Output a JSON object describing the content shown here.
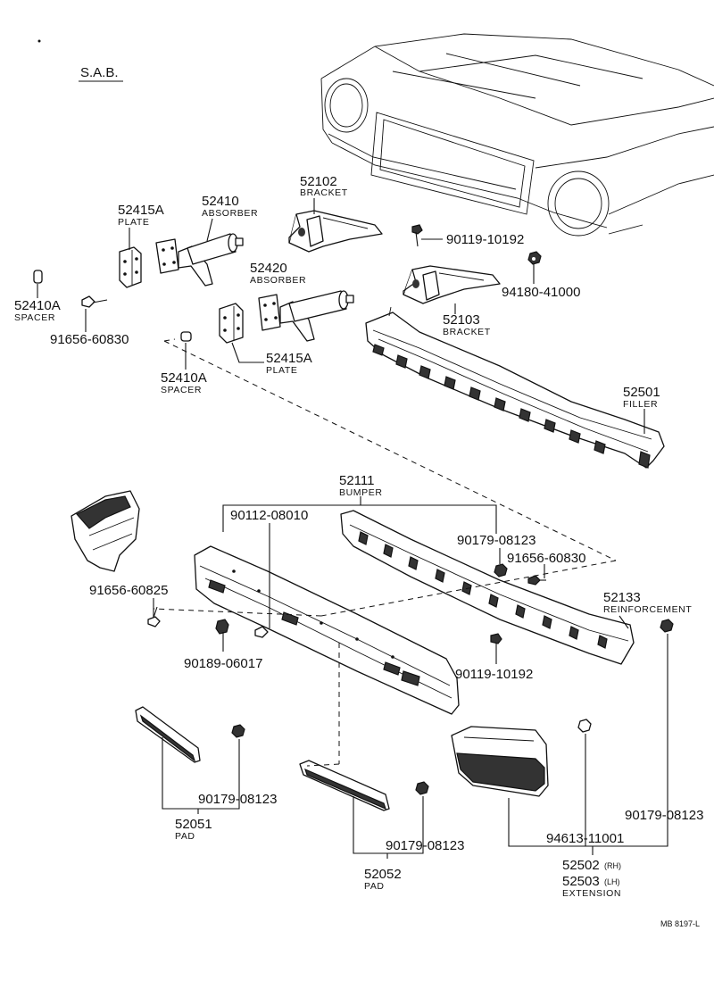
{
  "header": {
    "title": "S.A.B."
  },
  "footer": {
    "code": "MB 8197-L"
  },
  "parts": {
    "p52410a_l": {
      "number": "52410A",
      "name": "SPACER"
    },
    "p91656_60830_l": {
      "number": "91656-60830"
    },
    "p52415a_t": {
      "number": "52415A",
      "name": "PLATE"
    },
    "p52410": {
      "number": "52410",
      "name": "ABSORBER"
    },
    "p52102": {
      "number": "52102",
      "name": "BRACKET"
    },
    "p90119_t": {
      "number": "90119-10192"
    },
    "p94180": {
      "number": "94180-41000"
    },
    "p52420": {
      "number": "52420",
      "name": "ABSORBER"
    },
    "p52103": {
      "number": "52103",
      "name": "BRACKET"
    },
    "p52415a_b": {
      "number": "52415A",
      "name": "PLATE"
    },
    "p52410a_b": {
      "number": "52410A",
      "name": "SPACER"
    },
    "p52501": {
      "number": "52501",
      "name": "FILLER"
    },
    "p52111": {
      "number": "52111",
      "name": "BUMPER"
    },
    "p90112": {
      "number": "90112-08010"
    },
    "p90179_r": {
      "number": "90179-08123"
    },
    "p91656_60830_r": {
      "number": "91656-60830"
    },
    "p91656_60825": {
      "number": "91656-60825"
    },
    "p52133": {
      "number": "52133",
      "name": "REINFORCEMENT"
    },
    "p90189": {
      "number": "90189-06017"
    },
    "p90119_b": {
      "number": "90119-10192"
    },
    "p90179_pad1": {
      "number": "90179-08123"
    },
    "p52051": {
      "number": "52051",
      "name": "PAD"
    },
    "p90179_pad2": {
      "number": "90179-08123"
    },
    "p52052": {
      "number": "52052",
      "name": "PAD"
    },
    "p94613": {
      "number": "94613-11001"
    },
    "p90179_ext": {
      "number": "90179-08123"
    },
    "p52502": {
      "number": "52502",
      "suffix": "(RH)"
    },
    "p52503": {
      "number": "52503",
      "suffix": "(LH)",
      "name": "EXTENSION"
    }
  }
}
